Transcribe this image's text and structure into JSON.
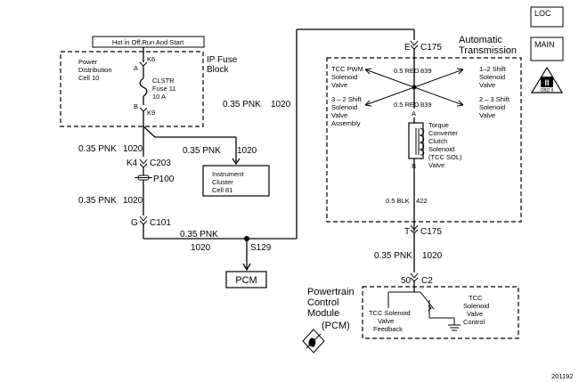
{
  "hot_label": "Hot in Off,Run And Start",
  "fuse_block": {
    "title_line1": "IP Fuse",
    "title_line2": "Block",
    "pdc_line1": "Power",
    "pdc_line2": "Distribution",
    "pdc_line3": "Cell 10",
    "pin_top": "K6",
    "pin_a": "A",
    "pin_b": "B",
    "fuse_line1": "CLSTR",
    "fuse_line2": "Fuse 11",
    "fuse_line3": "10 A",
    "pin_bottom": "K9"
  },
  "wires": {
    "w1": "0.35 PNK",
    "w1n": "1020",
    "w2": "0.35 PNK",
    "w2n": "1020",
    "w3": "0.35 PNK",
    "w3n": "1020",
    "w4": "0.35 PNK",
    "w4n": "1020",
    "w5": "0.35 PNK",
    "w5n": "1020",
    "w6": "0.35 PNK",
    "w6n": "1020"
  },
  "connectors": {
    "k4": "K4",
    "c203": "C203",
    "p100": "P100",
    "g": "G",
    "c101": "C101",
    "s129": "S129",
    "e": "E",
    "c175_top": "C175",
    "t": "T",
    "c175_bot": "C175",
    "pin50": "50",
    "c2": "C2"
  },
  "cluster": {
    "line1": "Instrument",
    "line2": "Cluster",
    "line3": "Cell 81"
  },
  "pcm_box": "PCM",
  "transmission": {
    "title_line1": "Automatic",
    "title_line2": "Transmission",
    "tcc_pwm_1": "TCC PWM",
    "tcc_pwm_2": "Solenoid",
    "tcc_pwm_3": "Valve",
    "shift12_1": "1–2 Shift",
    "shift12_2": "Solenoid",
    "shift12_3": "Valve",
    "shift32_1": "3 – 2 Shift",
    "shift32_2": "Solenoid",
    "shift32_3": "Valve",
    "shift32_4": "Assembly",
    "shift23_1": "2 – 3 Shift",
    "shift23_2": "Solenoid",
    "shift23_3": "Valve",
    "red1": "0.5 RED",
    "red1n": "839",
    "red2": "0.5 RED",
    "red2n": "839",
    "pin_a": "A",
    "pin_b": "B",
    "tcc_line1": "Torque",
    "tcc_line2": "Converter",
    "tcc_line3": "Clutch",
    "tcc_line4": "Solenoid",
    "tcc_line5": "(TCC SOL)",
    "tcc_line6": "Valve",
    "blk": "0.5 BLK",
    "blkn": "422"
  },
  "pcm_module": {
    "line1": "Powertrain",
    "line2": "Control",
    "line3": "Module",
    "line4": "(PCM)",
    "fb_1": "TCC Solenoid",
    "fb_2": "Valve",
    "fb_3": "Feedback",
    "ctl_1": "TCC",
    "ctl_2": "Solenoid",
    "ctl_3": "Valve",
    "ctl_4": "Control"
  },
  "icons": {
    "loc": "LOC",
    "main": "MAIN",
    "obd": "OBD II",
    "obd_numeral": "II"
  },
  "figure_number": "201192"
}
